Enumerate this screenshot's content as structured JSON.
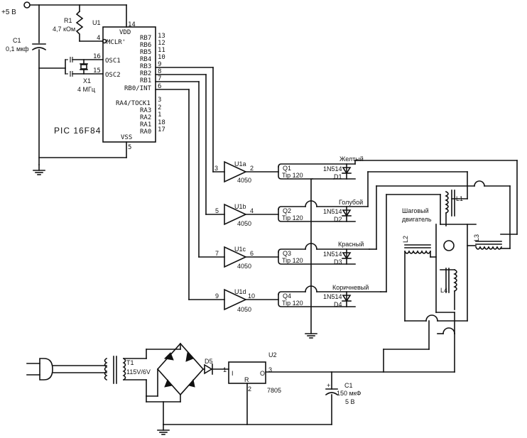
{
  "supply": {
    "label": "+5 В"
  },
  "r1": {
    "ref": "R1",
    "value": "4,7 кОм"
  },
  "c1_top": {
    "ref": "C1",
    "value": "0,1 мкф"
  },
  "x1": {
    "ref": "X1",
    "value": "4 МГц"
  },
  "u1": {
    "ref": "U1",
    "part": "PIC 16F84",
    "pins": {
      "vdd": "VDD",
      "vdd_num": "14",
      "mclr": "MCLR'",
      "mclr_num": "4",
      "osc1": "OSC1",
      "osc1_num": "16",
      "osc2": "OSC2",
      "osc2_num": "15",
      "vss": "VSS",
      "vss_num": "5",
      "rb7": "RB7",
      "rb7_num": "13",
      "rb6": "RB6",
      "rb6_num": "12",
      "rb5": "RB5",
      "rb5_num": "11",
      "rb4": "RB4",
      "rb4_num": "10",
      "rb3": "RB3",
      "rb3_num": "9",
      "rb2": "RB2",
      "rb2_num": "8",
      "rb1": "RB1",
      "rb1_num": "7",
      "rb0": "RB0/INT",
      "rb0_num": "6",
      "ra4": "RA4/TOCK1",
      "ra4_num": "3",
      "ra3": "RA3",
      "ra3_num": "2",
      "ra2": "RA2",
      "ra2_num": "1",
      "ra1": "RA1",
      "ra1_num": "18",
      "ra0": "RA0",
      "ra0_num": "17"
    }
  },
  "buffers": [
    {
      "ref": "U1a",
      "in": "3",
      "out": "2",
      "part": "4050"
    },
    {
      "ref": "U1b",
      "in": "5",
      "out": "4",
      "part": "4050"
    },
    {
      "ref": "U1c",
      "in": "7",
      "out": "6",
      "part": "4050"
    },
    {
      "ref": "U1d",
      "in": "9",
      "out": "10",
      "part": "4050"
    }
  ],
  "transistors": [
    {
      "ref": "Q1",
      "part": "Tip 120",
      "diode": "1N514",
      "dref": "D1",
      "wire": "Желтый"
    },
    {
      "ref": "Q2",
      "part": "Tip 120",
      "diode": "1N514",
      "dref": "D2",
      "wire": "Голубой"
    },
    {
      "ref": "Q3",
      "part": "Tip 120",
      "diode": "1N514",
      "dref": "D3",
      "wire": "Красный"
    },
    {
      "ref": "Q4",
      "part": "Tip 120",
      "diode": "1N514",
      "dref": "D4",
      "wire": "Коричневый"
    }
  ],
  "motor": {
    "title_line1": "Шаговый",
    "title_line2": "двигатель",
    "l1": "L1",
    "l2": "L2",
    "l3": "L3",
    "l4": "L4"
  },
  "psu": {
    "t1_ref": "T1",
    "t1_value": "115V/6V",
    "d5": "D5",
    "u2_ref": "U2",
    "u2_part": "7805",
    "u2_i": "I",
    "u2_o": "O",
    "u2_r": "R",
    "u2_pin_in": "1",
    "u2_pin_out": "3",
    "u2_pin_gnd": "2",
    "c1_ref": "C1",
    "c1_value": "150 мкФ",
    "c1_voltage": "5 В"
  }
}
